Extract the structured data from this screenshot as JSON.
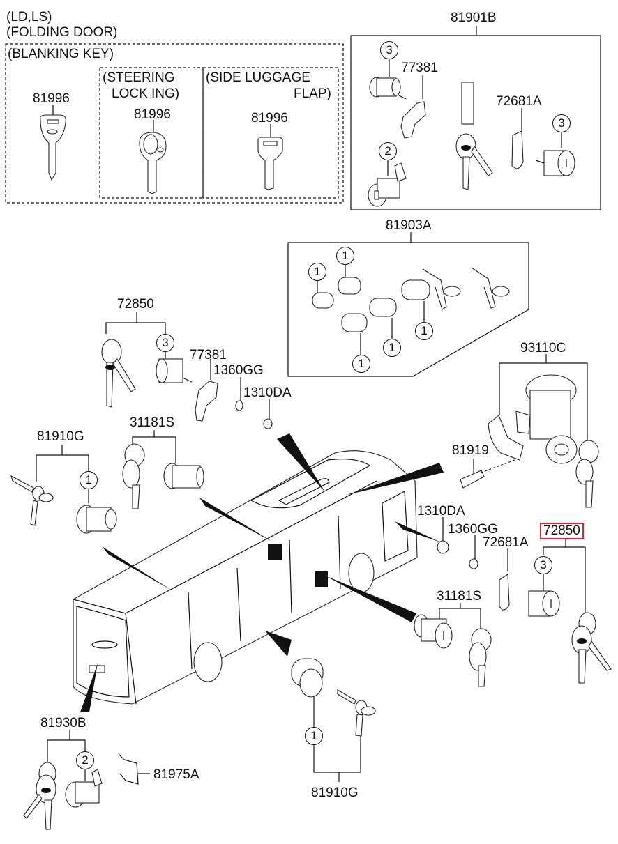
{
  "diagram": {
    "headers": {
      "variant": "(LD,LS)",
      "door": "(FOLDING DOOR)",
      "blanking_key": "(BLANKING KEY)",
      "steering_locking_1": "(STEERING",
      "steering_locking_2": "LOCK  ING)",
      "side_luggage_1": "(SIDE LUGGAGE",
      "side_luggage_2": "FLAP)"
    },
    "labels": {
      "p81996_blank": "81996",
      "p81996_steer": "81996",
      "p81996_flap": "81996",
      "p81901B": "81901B",
      "p77381_kit": "77381",
      "p72681A_kit": "72681A",
      "p81903A": "81903A",
      "p72850_top": "72850",
      "p77381": "77381",
      "p1360GG_top": "1360GG",
      "p1310DA_top": "1310DA",
      "p93110C": "93110C",
      "p81919": "81919",
      "p81910G_left": "81910G",
      "p31181S_top": "31181S",
      "p1310DA_right": "1310DA",
      "p1360GG_right": "1360GG",
      "p72681A_right": "72681A",
      "p72850_right": "72850",
      "p31181S_right": "31181S",
      "p81930B": "81930B",
      "p81975A": "81975A",
      "p81910G_bottom": "81910G"
    },
    "callouts": {
      "c1": "1",
      "c2": "2",
      "c3": "3"
    },
    "highlight": {
      "part": "72850",
      "color": "#e0202a"
    }
  }
}
